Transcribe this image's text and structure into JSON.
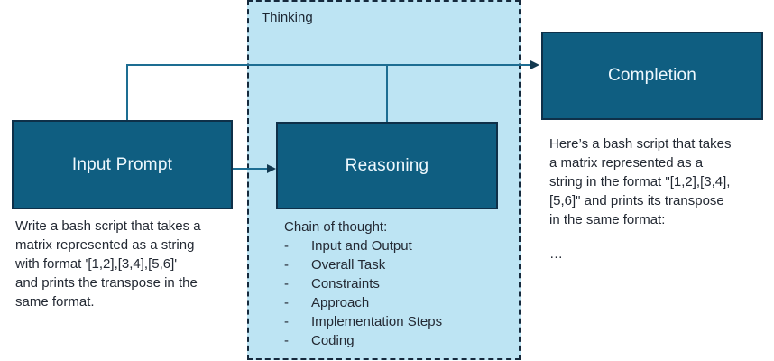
{
  "diagram": {
    "thinking_label": "Thinking",
    "nodes": {
      "input_prompt": {
        "label": "Input Prompt",
        "description": "Write a bash script that takes a\nmatrix represented as a string\nwith format '[1,2],[3,4],[5,6]'\nand prints the transpose in the\nsame format."
      },
      "reasoning": {
        "label": "Reasoning"
      },
      "completion": {
        "label": "Completion",
        "description": "Here’s a bash script that takes\na matrix represented as a\nstring in the format \"[1,2],[3,4],\n[5,6]\" and prints its transpose\nin the same format:",
        "ellipsis": "…"
      }
    },
    "chain_of_thought": {
      "heading": "Chain of thought:",
      "bullet": "-",
      "items": [
        "Input and Output",
        "Overall Task",
        "Constraints",
        "Approach",
        "Implementation Steps",
        "Coding"
      ]
    }
  },
  "colors": {
    "node_fill": "#0f5e81",
    "node_border": "#0e3049",
    "node_text": "#eef8fd",
    "panel_fill": "#bde4f3",
    "panel_border": "#15293c",
    "connector": "#1d6d92",
    "arrowhead": "#123950",
    "body_text": "#232933",
    "label_text": "#1b2531",
    "canvas_bg": "#ffffff"
  }
}
